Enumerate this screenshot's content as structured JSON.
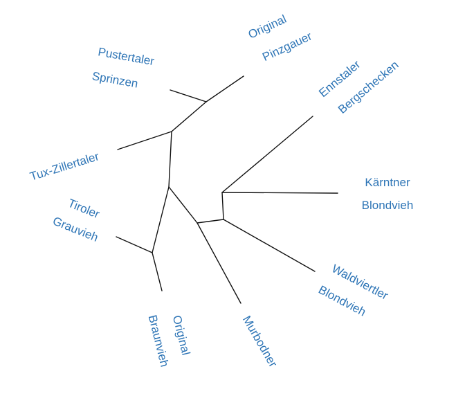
{
  "diagram": {
    "type": "unrooted-phylogenetic-tree",
    "label_color": "#2e75b6",
    "branch_color": "#111111",
    "leaves": [
      {
        "id": "original-pinzgauer",
        "lines": [
          "Original",
          "Pinzgauer"
        ]
      },
      {
        "id": "pustertaler-sprinzen",
        "lines": [
          "Pustertaler",
          "Sprinzen"
        ]
      },
      {
        "id": "ennstaler-bergschecken",
        "lines": [
          "Ennstaler",
          "Bergschecken"
        ]
      },
      {
        "id": "tux-zillertaler",
        "lines": [
          "Tux-Zillertaler"
        ]
      },
      {
        "id": "kaerntner-blondvieh",
        "lines": [
          "Kärntner",
          "Blondvieh"
        ]
      },
      {
        "id": "tiroler-grauvieh",
        "lines": [
          "Tiroler",
          "Grauvieh"
        ]
      },
      {
        "id": "waldviertler-blondvieh",
        "lines": [
          "Waldviertler",
          "Blondvieh"
        ]
      },
      {
        "id": "original-braunvieh",
        "lines": [
          "Original",
          "Braunvieh"
        ]
      },
      {
        "id": "murbodner",
        "lines": [
          "Murbodner"
        ]
      }
    ]
  }
}
